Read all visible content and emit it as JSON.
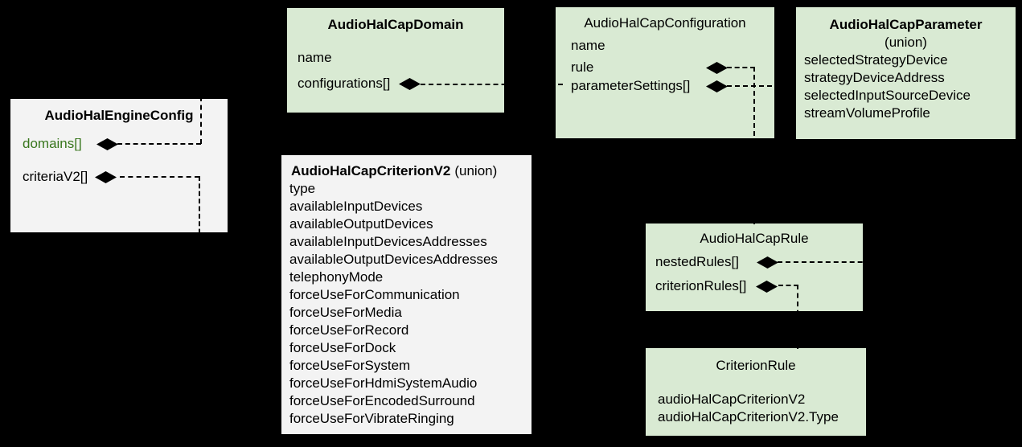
{
  "icons": {
    "aggregation_diamond": "◆"
  },
  "colors": {
    "background": "#000000",
    "box_green": "#d9ead3",
    "box_gray": "#f3f3f3",
    "text": "#000000",
    "domains_accent_green": "#38761d"
  },
  "boxes": {
    "engine": {
      "title": "AudioHalEngineConfig",
      "fields": [
        {
          "label": "domains[]"
        },
        {
          "label": "criteriaV2[]"
        }
      ]
    },
    "domain": {
      "title": "AudioHalCapDomain",
      "fields": [
        {
          "label": "name"
        },
        {
          "label": "configurations[]"
        }
      ]
    },
    "configuration": {
      "title": "AudioHalCapConfiguration",
      "fields": [
        {
          "label": "name"
        },
        {
          "label": "rule"
        },
        {
          "label": "parameterSettings[]"
        }
      ]
    },
    "parameter": {
      "title": "AudioHalCapParameter",
      "subtitle": "(union)",
      "fields": [
        "selectedStrategyDevice",
        "strategyDeviceAddress",
        "selectedInputSourceDevice",
        "streamVolumeProfile"
      ]
    },
    "criterionv2": {
      "title": "AudioHalCapCriterionV2",
      "title_suffix": "(union)",
      "fields": [
        "type",
        "availableInputDevices",
        "availableOutputDevices",
        "availableInputDevicesAddresses",
        "availableOutputDevicesAddresses",
        "telephonyMode",
        "forceUseForCommunication",
        "forceUseForMedia",
        "forceUseForRecord",
        "forceUseForDock",
        "forceUseForSystem",
        "forceUseForHdmiSystemAudio",
        "forceUseForEncodedSurround",
        "forceUseForVibrateRinging"
      ]
    },
    "rule": {
      "title": "AudioHalCapRule",
      "fields": [
        {
          "label": "nestedRules[]"
        },
        {
          "label": "criterionRules[]"
        }
      ]
    },
    "criterionrule": {
      "title": "CriterionRule",
      "fields": [
        "audioHalCapCriterionV2",
        "audioHalCapCriterionV2.Type"
      ]
    }
  }
}
